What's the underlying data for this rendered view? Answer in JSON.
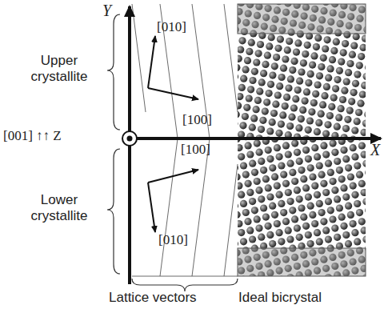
{
  "diagram": {
    "labels": [
      "Y",
      "[010]",
      "Upper crystallite",
      "[100]",
      "[001] ↑↑ Z",
      "[100]",
      "Lower crystallite",
      "[010]",
      "X",
      "Lattice vectors",
      "Ideal bicrystal"
    ]
  }
}
